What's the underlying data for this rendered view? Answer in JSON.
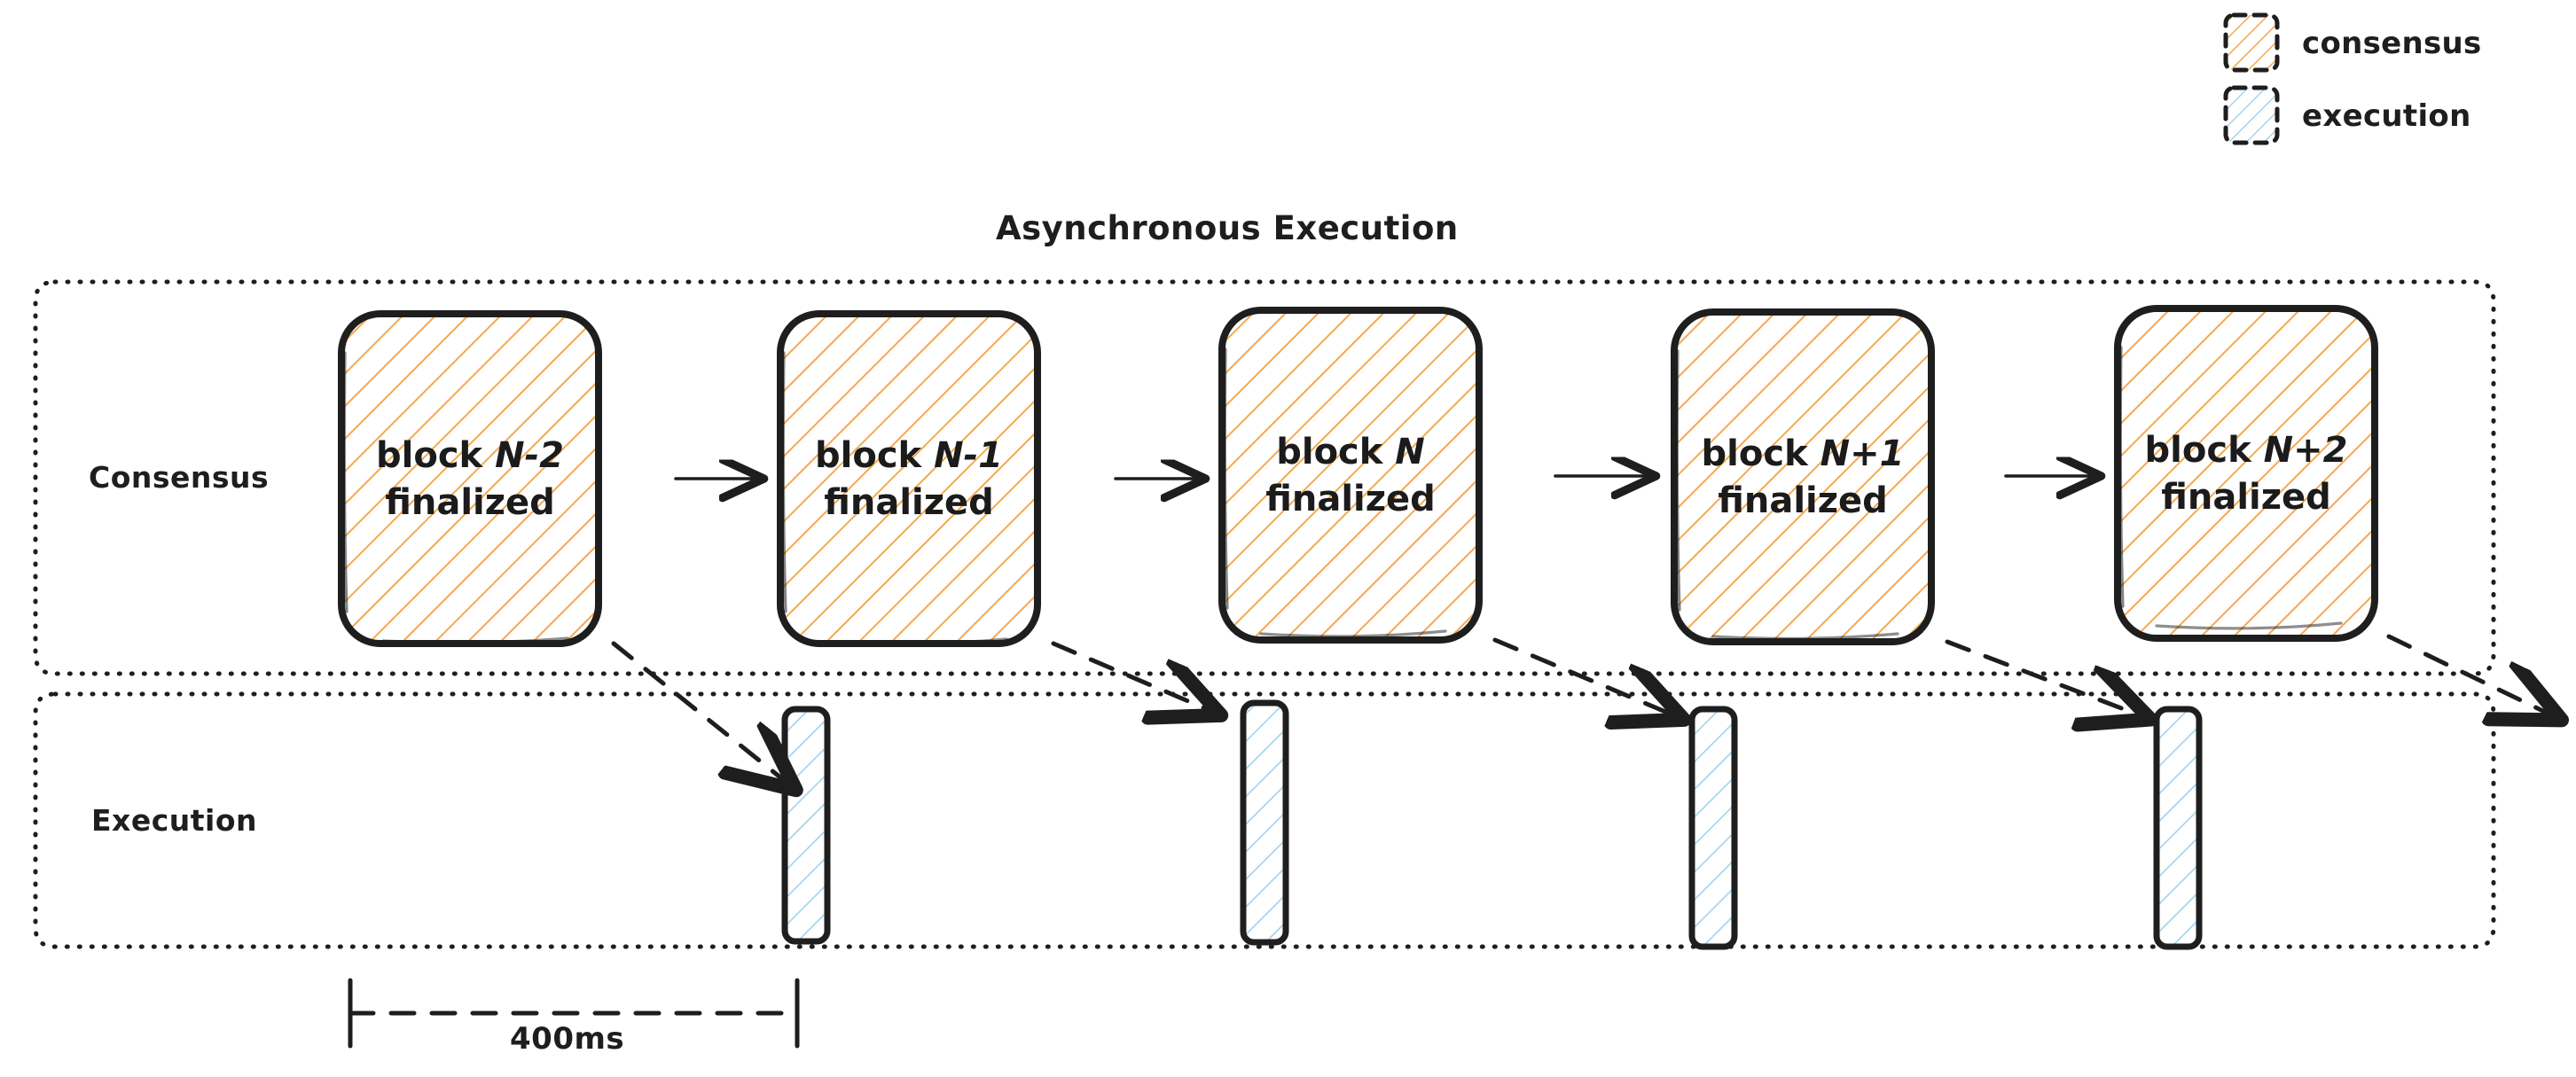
{
  "diagram": {
    "title": "Asynchronous Execution",
    "colors": {
      "consensus_hatch": "#f5a94e",
      "execution_hatch": "#a8d4ef",
      "stroke": "#1e1e1e",
      "background": "#ffffff"
    }
  },
  "legend": {
    "items": [
      {
        "label": "consensus",
        "swatch": "consensus-hatch-swatch",
        "color": "#f5a94e"
      },
      {
        "label": "execution",
        "swatch": "execution-hatch-swatch",
        "color": "#a8d4ef"
      }
    ]
  },
  "lanes": [
    {
      "id": "consensus",
      "label": "Consensus"
    },
    {
      "id": "execution",
      "label": "Execution"
    }
  ],
  "consensus_blocks": [
    {
      "line1_prefix": "block ",
      "line1_index": "N-2",
      "line2": "finalized"
    },
    {
      "line1_prefix": "block ",
      "line1_index": "N-1",
      "line2": "finalized"
    },
    {
      "line1_prefix": "block ",
      "line1_index": "N",
      "line2": "finalized"
    },
    {
      "line1_prefix": "block ",
      "line1_index": "N+1",
      "line2": "finalized"
    },
    {
      "line1_prefix": "block ",
      "line1_index": "N+2",
      "line2": "finalized"
    }
  ],
  "execution_bars": [
    {
      "id": "exec-bar-1"
    },
    {
      "id": "exec-bar-2"
    },
    {
      "id": "exec-bar-3"
    },
    {
      "id": "exec-bar-4"
    }
  ],
  "measure": {
    "label": "400ms"
  }
}
